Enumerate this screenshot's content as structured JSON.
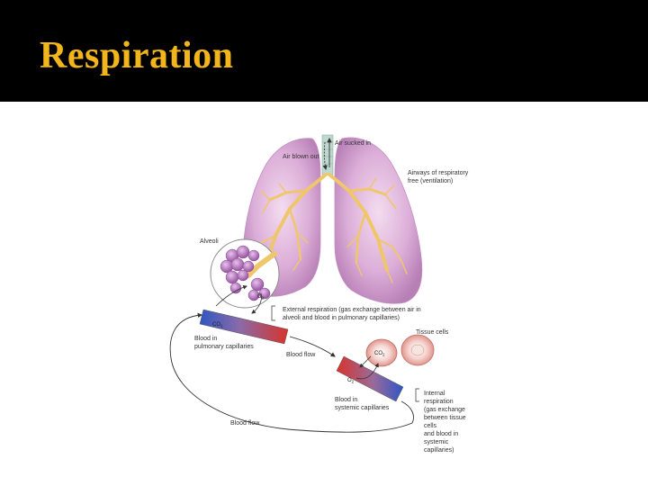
{
  "title": "Respiration",
  "colors": {
    "title": "#f2b51b",
    "title_bar": "#000000",
    "lung": "#d9a6d6",
    "bronchi": "#f0c66a",
    "arterial": "#d83a30",
    "venous": "#3a5fc0",
    "alveoli": "#b070b8"
  },
  "labels": {
    "air_in": "Air sucked in",
    "air_out": "Air blown out",
    "airways": [
      "Airways of respiratory",
      "free (ventilation)"
    ],
    "alveoli": "Alveoli",
    "external": [
      "External respiration (gas exchange between air in",
      "alveoli and blood in pulmonary capillaries)"
    ],
    "pulmonary": [
      "Blood in",
      "pulmonary capillaries"
    ],
    "tissue_cells": "Tissue cells",
    "blood_flow_1": "Blood flow",
    "systemic": [
      "Blood in",
      "systemic capillaries"
    ],
    "internal": [
      "Internal",
      "respiration",
      "(gas exchange",
      "between tissue",
      "cells",
      "and blood in",
      "systemic",
      "capillaries)"
    ],
    "blood_flow_2": "Blood flow",
    "co2": "CO",
    "o2": "O",
    "sub2": "2"
  }
}
